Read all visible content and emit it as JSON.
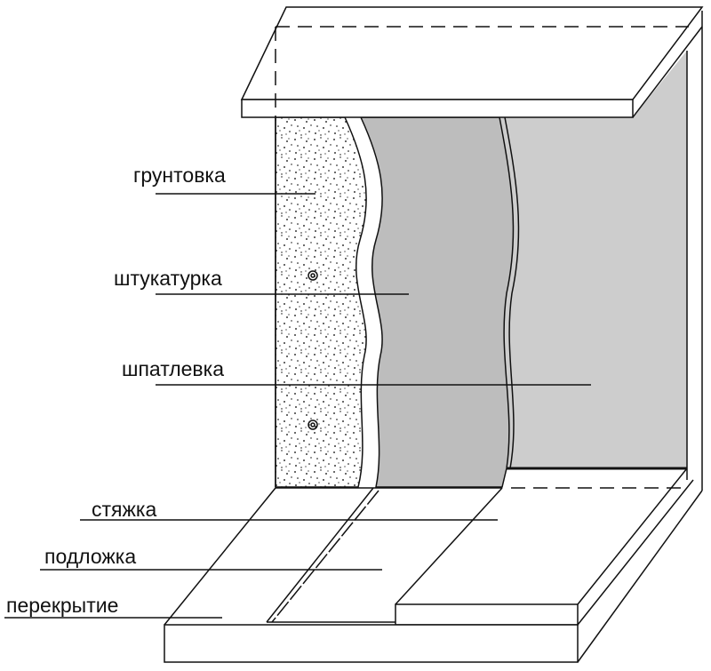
{
  "diagram": {
    "labels": {
      "primer": "грунтовка",
      "plaster": "штукатурка",
      "putty": "шпатлевка",
      "screed": "стяжка",
      "underlay": "подложка",
      "slab": "перекрытие"
    },
    "colors": {
      "putty_layer": "#bdbdbd",
      "back_wall": "#cdcdcd",
      "line": "#111111"
    }
  }
}
